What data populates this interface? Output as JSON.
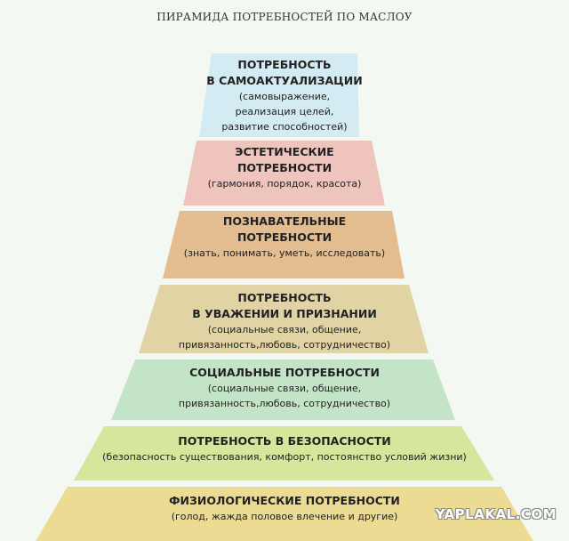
{
  "title": "ПИРАМИДА ПОТРЕБНОСТЕЙ ПО МАСЛОУ",
  "levels": [
    {
      "title_lines": [
        "ПОТРЕБНОСТЬ",
        "В САМОАКТУАЛИЗАЦИИ"
      ],
      "desc_lines": [
        "(самовыражение,",
        "реализация целей,",
        "развитие способностей)"
      ],
      "color": "#d3ebf3"
    },
    {
      "title_lines": [
        "ЭСТЕТИЧЕСКИЕ",
        "ПОТРЕБНОСТИ"
      ],
      "desc_lines": [
        "(гармония, порядок, красота)"
      ],
      "color": "#efc4bd"
    },
    {
      "title_lines": [
        "ПОЗНАВАТЕЛЬНЫЕ",
        "ПОТРЕБНОСТИ"
      ],
      "desc_lines": [
        "(знать, понимать, уметь, исследовать)"
      ],
      "color": "#e3bc8f"
    },
    {
      "title_lines": [
        "ПОТРЕБНОСТЬ",
        "В УВАЖЕНИИ И ПРИЗНАНИИ"
      ],
      "desc_lines": [
        "(социальные связи, общение,",
        "привязанность,любовь, сотрудничество)"
      ],
      "color": "#e1d3a3"
    },
    {
      "title_lines": [
        "СОЦИАЛЬНЫЕ ПОТРЕБНОСТИ"
      ],
      "desc_lines": [
        "(социальные связи, общение,",
        "привязанность,любовь, сотрудничество)"
      ],
      "color": "#c4e4c8"
    },
    {
      "title_lines": [
        "ПОТРЕБНОСТЬ В БЕЗОПАСНОСТИ"
      ],
      "desc_lines": [
        "(безопасность существования, комфорт, постоянство условий жизни)"
      ],
      "color": "#d6e69c"
    },
    {
      "title_lines": [
        "ФИЗИОЛОГИЧЕСКИЕ ПОТРЕБНОСТИ"
      ],
      "desc_lines": [
        "(голод, жажда половое влечение и другие)"
      ],
      "color": "#ecdb93"
    }
  ],
  "watermark": "YAPLAKAL.COM"
}
